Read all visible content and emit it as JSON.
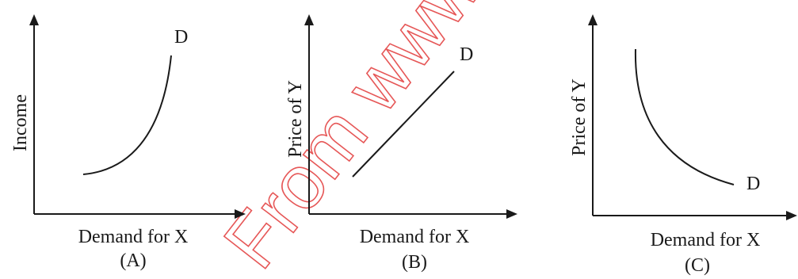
{
  "watermark": "From www.",
  "chart_data": [
    {
      "type": "line",
      "panel_label": "(A)",
      "xlabel": "Demand for X",
      "ylabel": "Income",
      "curve_label": "D",
      "shape": "convex-increasing",
      "series": [
        {
          "name": "D",
          "points": [
            [
              0.18,
              0.17
            ],
            [
              0.4,
              0.27
            ],
            [
              0.55,
              0.47
            ],
            [
              0.62,
              0.78
            ]
          ]
        }
      ]
    },
    {
      "type": "line",
      "panel_label": "(B)",
      "xlabel": "Demand for X",
      "ylabel": "Price of Y",
      "curve_label": "D",
      "shape": "linear-increasing",
      "series": [
        {
          "name": "D",
          "points": [
            [
              0.22,
              0.18
            ],
            [
              0.7,
              0.72
            ]
          ]
        }
      ]
    },
    {
      "type": "line",
      "panel_label": "(C)",
      "xlabel": "Demand for X",
      "ylabel": "Price of Y",
      "curve_label": "D",
      "shape": "convex-decreasing",
      "series": [
        {
          "name": "D",
          "points": [
            [
              0.22,
              0.82
            ],
            [
              0.24,
              0.55
            ],
            [
              0.4,
              0.28
            ],
            [
              0.71,
              0.15
            ]
          ]
        }
      ]
    }
  ]
}
